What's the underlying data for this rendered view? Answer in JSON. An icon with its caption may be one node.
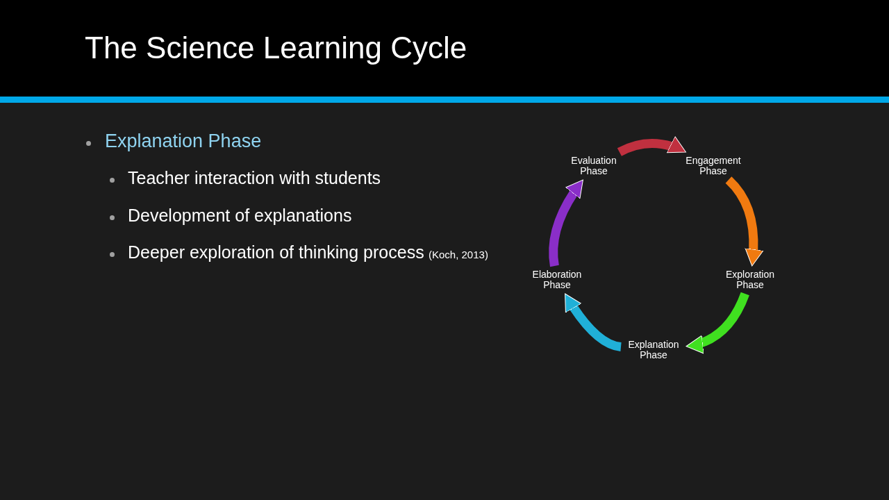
{
  "diagram": {
    "title": "The Science Learning Cycle",
    "nodes": [
      {
        "text": [
          "Evaluation Phase"
        ]
      },
      {
        "text": [
          "Engagement Phase"
        ]
      },
      {
        "text": [
          "Exploration Phase"
        ]
      },
      {
        "text": [
          "Explanation Phase"
        ]
      },
      {
        "text": [
          "Elaboration Phase"
        ]
      }
    ],
    "edges": [
      {
        "from": 0,
        "to": 1,
        "arrow": "to",
        "color": "#c0303f"
      },
      {
        "from": 1,
        "to": 2,
        "arrow": "to",
        "color": "#f07a10"
      },
      {
        "from": 2,
        "to": 3,
        "arrow": "to",
        "color": "#40e020"
      },
      {
        "from": 3,
        "to": 4,
        "arrow": "to",
        "color": "#20b0d8"
      },
      {
        "from": 4,
        "to": 0,
        "arrow": "to",
        "color": "#8a2ec8"
      }
    ],
    "labels": [
      "Explanation Phase",
      "Teacher interaction with students",
      "Development of explanations",
      "Deeper exploration of thinking process",
      "(Koch, 2013)"
    ]
  }
}
